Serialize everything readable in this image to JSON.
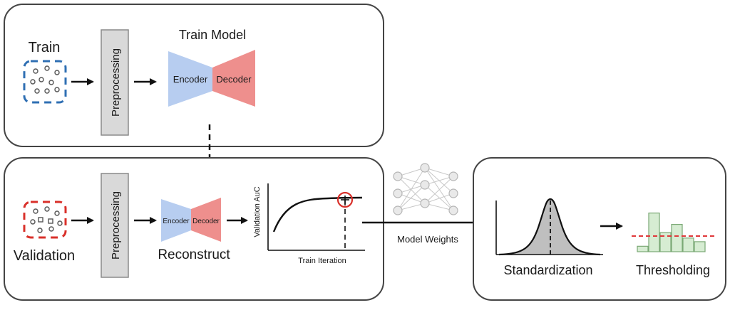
{
  "train_panel": {
    "train_label": "Train",
    "preprocessing_label": "Preprocessing",
    "model_title": "Train Model",
    "encoder_label": "Encoder",
    "decoder_label": "Decoder"
  },
  "validation_panel": {
    "validation_label": "Validation",
    "preprocessing_label": "Preprocessing",
    "encoder_label": "Encoder",
    "decoder_label": "Decoder",
    "reconstruct_label": "Reconstruct",
    "plot_ylabel": "Validation AuC",
    "plot_xlabel": "Train Iteration"
  },
  "connector": {
    "model_weights_label": "Model Weights"
  },
  "output_panel": {
    "standardization_label": "Standardization",
    "thresholding_label": "Thresholding",
    "histogram_bars": [
      0.12,
      0.85,
      0.42,
      0.6,
      0.3,
      0.22
    ]
  },
  "colors": {
    "train_dashed": "#2f6fb3",
    "validation_dashed": "#d9302a",
    "encoder_fill": "#b7cdf0",
    "decoder_fill": "#ee8f8d",
    "preprocessing_fill": "#d9d9d9",
    "histogram_fill": "#d6ecd2",
    "threshold_line": "#e0383a",
    "bell_fill": "#bfbfbf"
  }
}
